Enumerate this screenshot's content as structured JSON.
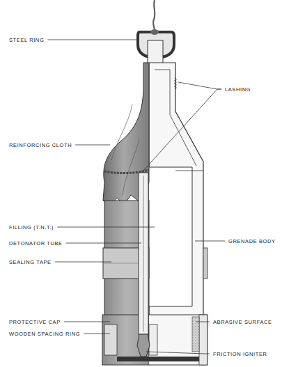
{
  "diagram": {
    "labels": [
      "STEEL RING",
      "LASHING",
      "REINFORCING CLOTH",
      "FILLING (T.N.T.)",
      "GRENADE BODY",
      "DETONATOR TUBE",
      "SEALING TAPE",
      "PROTECTIVE CAP",
      "ABRASIVE SURFACE",
      "WOODEN SPACING RING",
      "FRICTION IGNITER"
    ]
  }
}
